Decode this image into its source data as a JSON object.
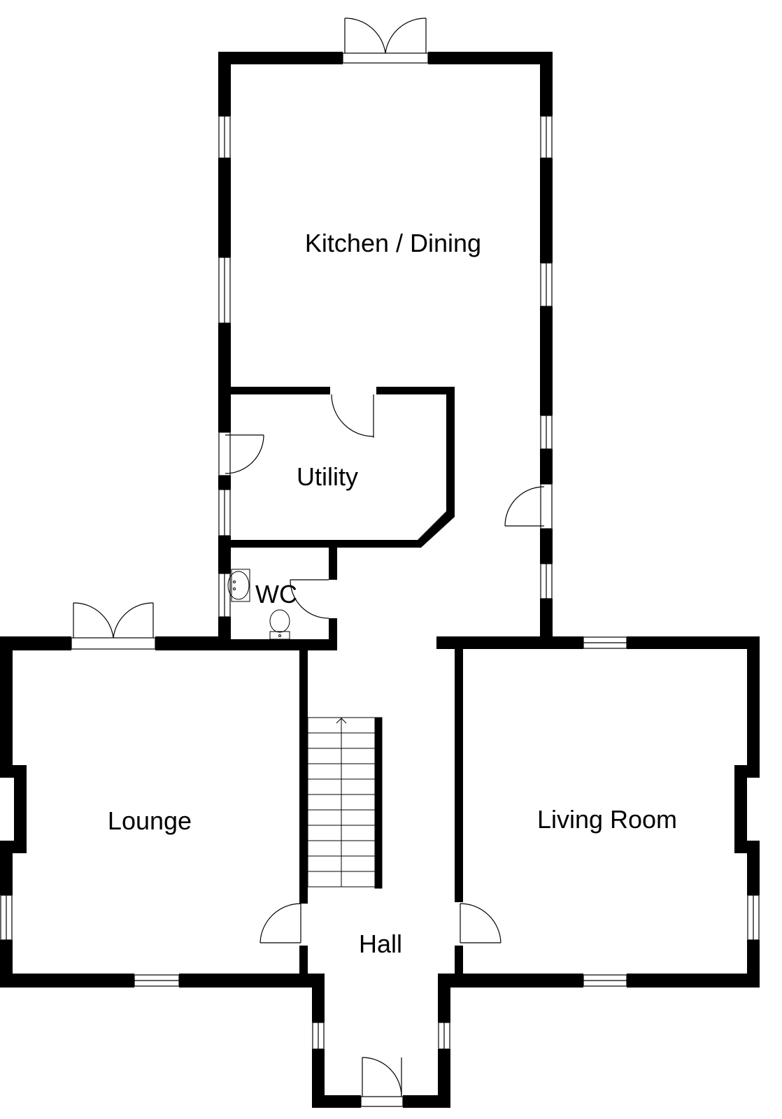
{
  "plan": {
    "wall_color": "#000000",
    "background": "#ffffff",
    "rooms": {
      "kitchen": "Kitchen / Dining",
      "utility": "Utility",
      "wc": "WC",
      "lounge": "Lounge",
      "living": "Living Room",
      "hall": "Hall"
    },
    "icons": [
      "door-icon",
      "window-icon",
      "stairs-icon",
      "sink-icon",
      "toilet-icon"
    ]
  }
}
